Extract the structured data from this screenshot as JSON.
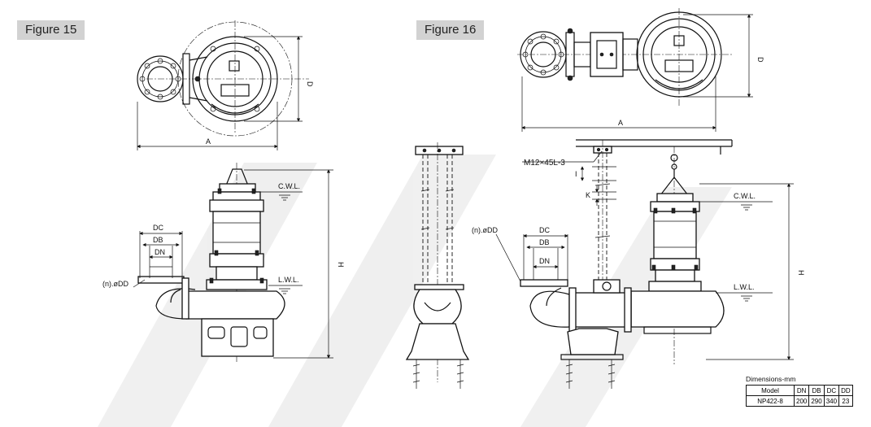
{
  "figures": {
    "fig15": {
      "label": "Figure 15"
    },
    "fig16": {
      "label": "Figure 16"
    }
  },
  "dimension_labels": {
    "A": "A",
    "D": "D",
    "H": "H",
    "DC": "DC",
    "DB": "DB",
    "DN": "DN",
    "flange_holes": "(n).øDD",
    "cwl": "C.W.L.",
    "lwl": "L.W.L.",
    "bolt": "M12×45L-3",
    "I": "I",
    "K": "K"
  },
  "dimensions_table": {
    "title": "Dimensions-mm",
    "headers": [
      "Model",
      "DN",
      "DB",
      "DC",
      "DD"
    ],
    "rows": [
      [
        "NP422-8",
        "200",
        "290",
        "340",
        "23"
      ]
    ]
  }
}
